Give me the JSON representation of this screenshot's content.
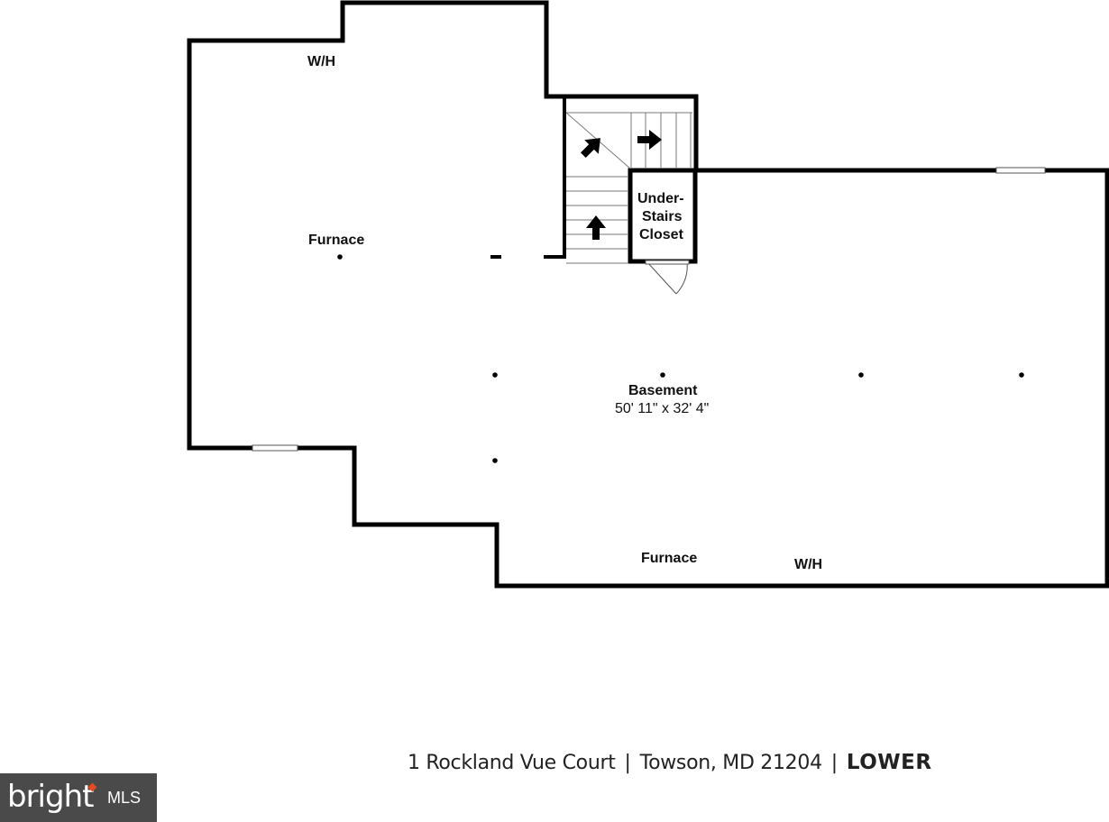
{
  "rooms": {
    "wh_top": "W/H",
    "furnace_left": "Furnace",
    "closet_line1": "Under-",
    "closet_line2": "Stairs",
    "closet_line3": "Closet",
    "basement_name": "Basement",
    "basement_dims": "50' 11\" x 32' 4\"",
    "furnace_bottom": "Furnace",
    "wh_bottom": "W/H"
  },
  "caption": {
    "address": "1 Rockland Vue Court",
    "city": "Towson, MD 21204",
    "separator": "|",
    "level": "LOWER"
  },
  "logo": {
    "word": "bright",
    "suffix": "MLS",
    "accent_color": "#e8491d",
    "bg_color": "#4a4a4a"
  },
  "colors": {
    "wall": "#000000",
    "window": "#ffffff",
    "background": "#ffffff"
  }
}
